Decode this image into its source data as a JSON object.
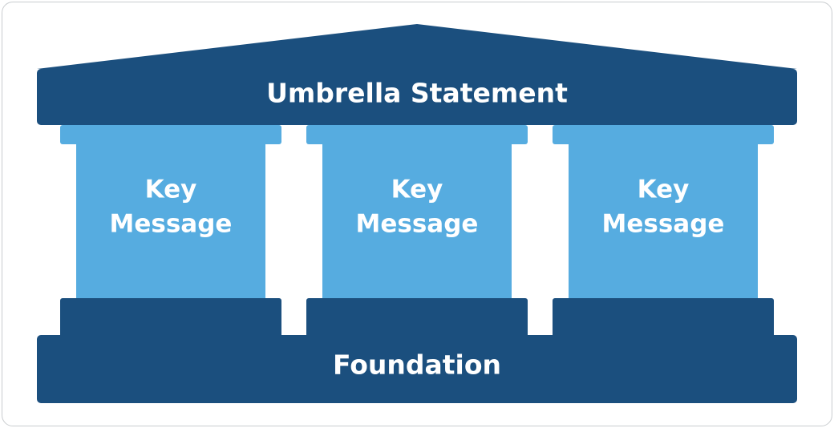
{
  "diagram": {
    "roof_label": "Umbrella Statement",
    "pillars": [
      {
        "line1": "Key",
        "line2": "Message"
      },
      {
        "line1": "Key",
        "line2": "Message"
      },
      {
        "line1": "Key",
        "line2": "Message"
      }
    ],
    "foundation_label": "Foundation"
  },
  "colors": {
    "dark_blue": "#1b4f7e",
    "light_blue": "#56ace0",
    "border": "#c9cccf",
    "text": "#ffffff"
  }
}
